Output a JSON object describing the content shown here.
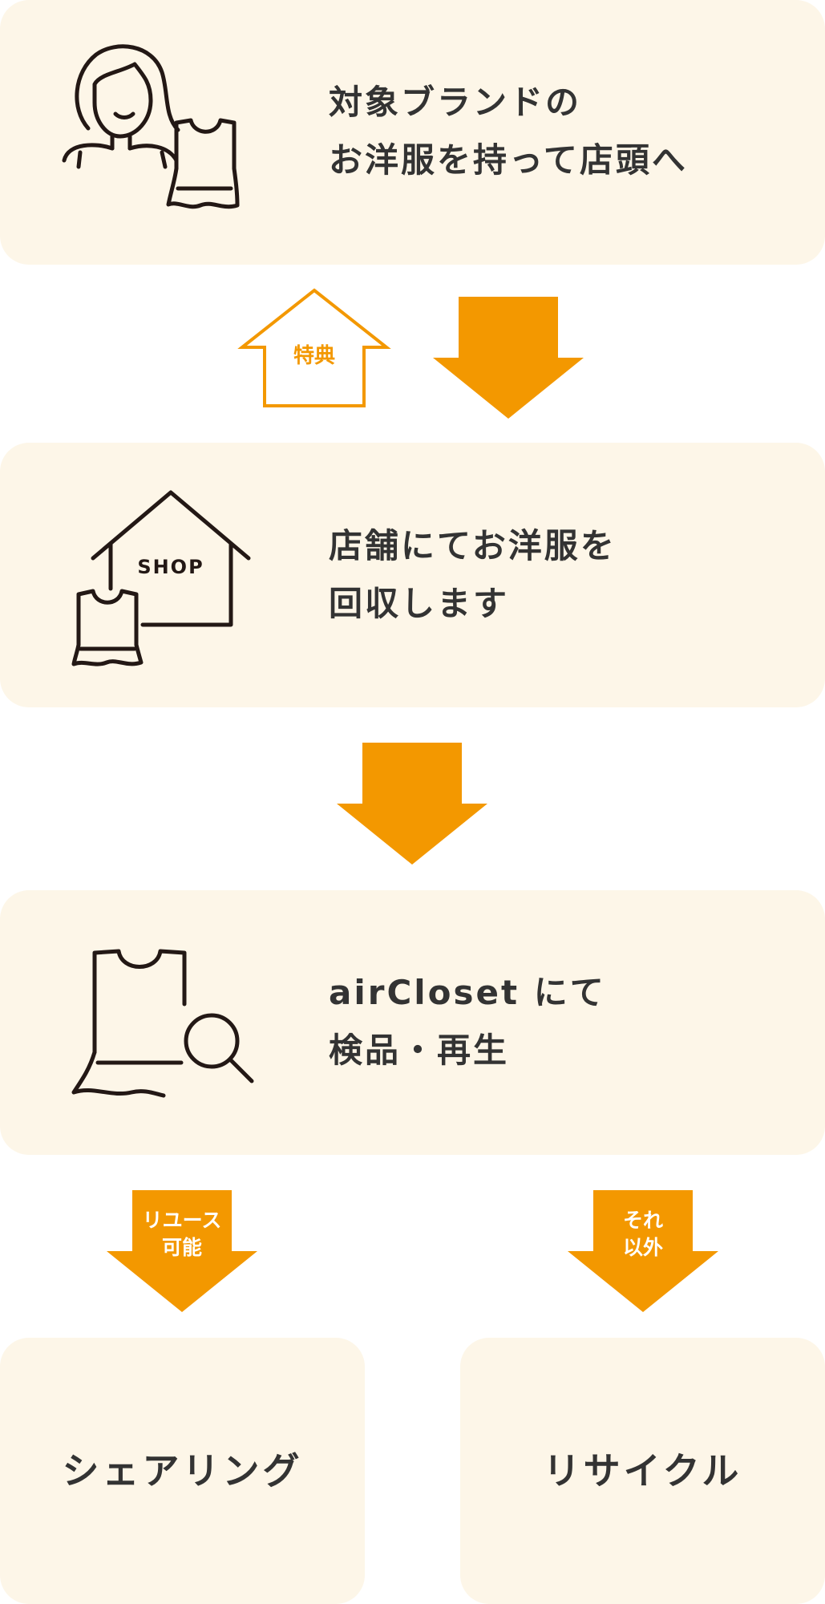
{
  "colors": {
    "card_bg": "#fdf6e8",
    "accent": "#f39800",
    "text": "#333333",
    "icon_stroke": "#231815"
  },
  "steps": [
    {
      "line1": "対象ブランドの",
      "line2": "お洋服を持って店頭へ",
      "icon": "woman-with-clothing-icon"
    },
    {
      "line1": "店舗にてお洋服を",
      "line2": "回収します",
      "icon": "shop-with-clothing-icon",
      "icon_label": "SHOP"
    },
    {
      "line1": "airCloset にて",
      "line2": "検品・再生",
      "icon": "clothing-inspection-icon"
    }
  ],
  "benefit_label": "特典",
  "branches": {
    "left": {
      "label_line1": "リユース",
      "label_line2": "可能",
      "result": "シェアリング"
    },
    "right": {
      "label_line1": "それ",
      "label_line2": "以外",
      "result": "リサイクル"
    }
  }
}
